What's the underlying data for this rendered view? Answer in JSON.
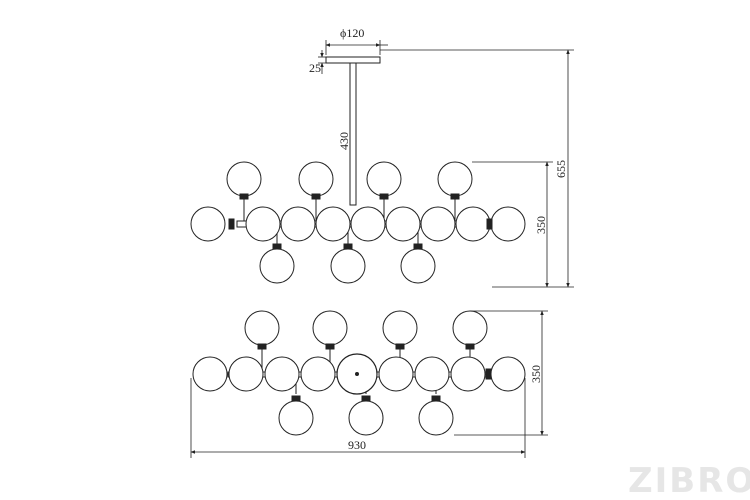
{
  "dimensions": {
    "canopy_diameter": "ϕ120",
    "canopy_height": "25",
    "rod_length": "430",
    "overall_height": "655",
    "body_height_side": "350",
    "body_depth_top": "350",
    "overall_width": "930"
  },
  "watermark": "ZIBROF",
  "colors": {
    "line": "#222222",
    "bulb_fill": "#ffffff",
    "watermark": "#e6e6e6"
  }
}
